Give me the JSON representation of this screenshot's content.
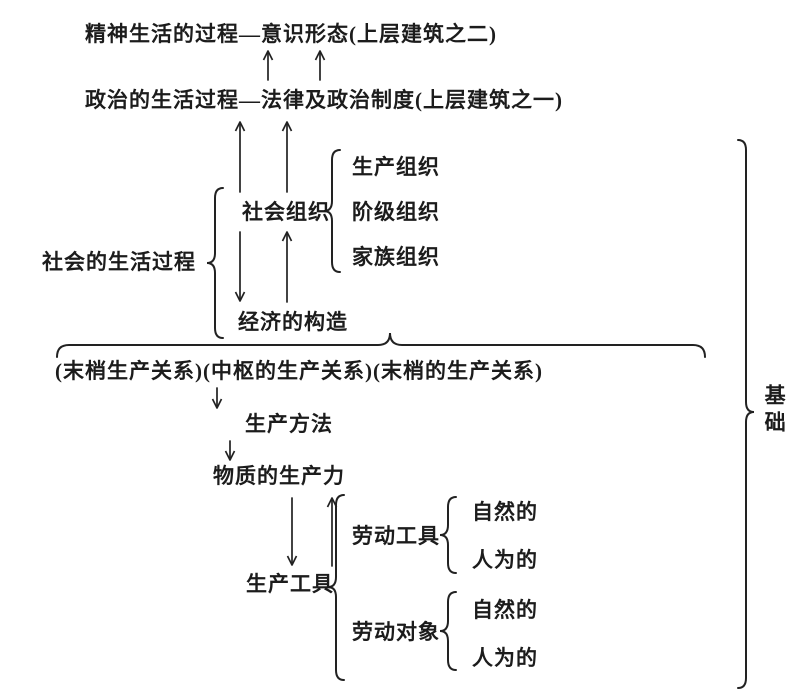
{
  "colors": {
    "ink": "#1c1c1c",
    "paper": "#ffffff"
  },
  "diagram": {
    "superstructure_2": "精神生活的过程—意识形态(上层建筑之二)",
    "superstructure_1": "政治的生活过程—法律及政治制度(上层建筑之一)",
    "social_life_process": "社会的生活过程",
    "social_organization": {
      "label": "社会组织",
      "items": [
        "生产组织",
        "阶级组织",
        "家族组织"
      ]
    },
    "economic_structure": "经济的构造",
    "production_relations_row": "(末梢生产关系)(中枢的生产关系)(末梢的生产关系)",
    "production_method": "生产方法",
    "material_productive_forces": "物质的生产力",
    "production_tools": {
      "label": "生产工具",
      "labor_tools": {
        "label": "劳动工具",
        "items": [
          "自然的",
          "人为的"
        ]
      },
      "labor_objects": {
        "label": "劳动对象",
        "items": [
          "自然的",
          "人为的"
        ]
      }
    },
    "base": "基础"
  }
}
